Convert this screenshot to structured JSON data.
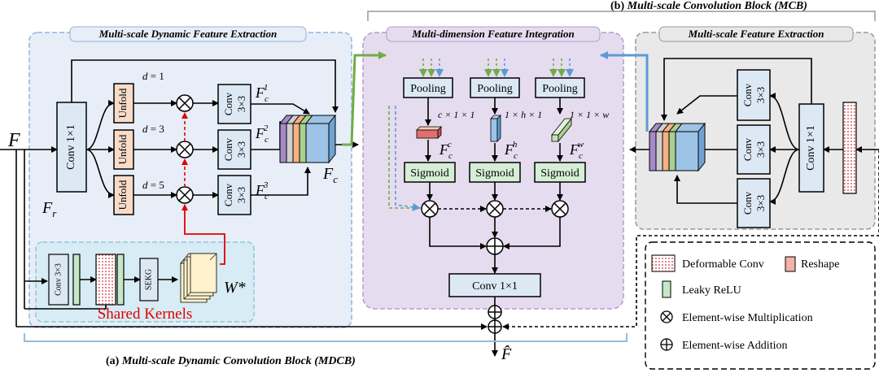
{
  "titles": {
    "mcb": "(b) Multi-scale Convolution Block (MCB)",
    "mdcb": "(a) Multi-scale Dynamic Convolution Block (MDCB)"
  },
  "panels": {
    "msdfe": "Multi-scale Dynamic Feature Extraction",
    "mdfi": "Multi-dimension Feature Integration",
    "msfe": "Multi-scale Feature Extraction"
  },
  "blocks": {
    "conv1x1_left": "Conv 1×1",
    "unfold": "Unfold",
    "conv3x3_a": "Conv",
    "conv3x3_b": "3×3",
    "pooling": "Pooling",
    "sigmoid": "Sigmoid",
    "conv1x1_mid": "Conv 1×1",
    "conv1x1_right": "Conv 1×1",
    "conv3x3_small": "Conv 3×3",
    "sekg": "SEKG",
    "shared_kernels": "Shared Kernels"
  },
  "labels": {
    "F": "F",
    "Fr": "F",
    "Fr_sub": "r",
    "Fc": "F",
    "Fc_sub": "c",
    "d1": "d = 1",
    "d3": "d = 3",
    "d5": "d = 5",
    "Fc1_sup": "1",
    "Fc2_sup": "2",
    "Fc3_sup": "3",
    "W": "W*",
    "dim_c": "c × 1 × 1",
    "dim_h": "1 × h × 1",
    "dim_w": "1 × 1 × w",
    "Fcc_sup": "c",
    "Fch_sup": "h",
    "Fcw_sup": "w",
    "F_hat": "F̂"
  },
  "legend": {
    "deformable": "Deformable Conv",
    "reshape": "Reshape",
    "leaky": "Leaky ReLU",
    "mult": "Element-wise Multiplication",
    "add": "Element-wise  Addition"
  },
  "colors": {
    "panel_blue": "#e8eef8",
    "panel_purple": "#e6dcef",
    "panel_gray": "#e9e9e9",
    "box_blue": "#dce9f5",
    "box_orange": "#f8dcc9",
    "box_green": "#d5eed5",
    "arrow_green": "#70ad47",
    "arrow_blue": "#5b9bd5",
    "red": "#e00000"
  }
}
